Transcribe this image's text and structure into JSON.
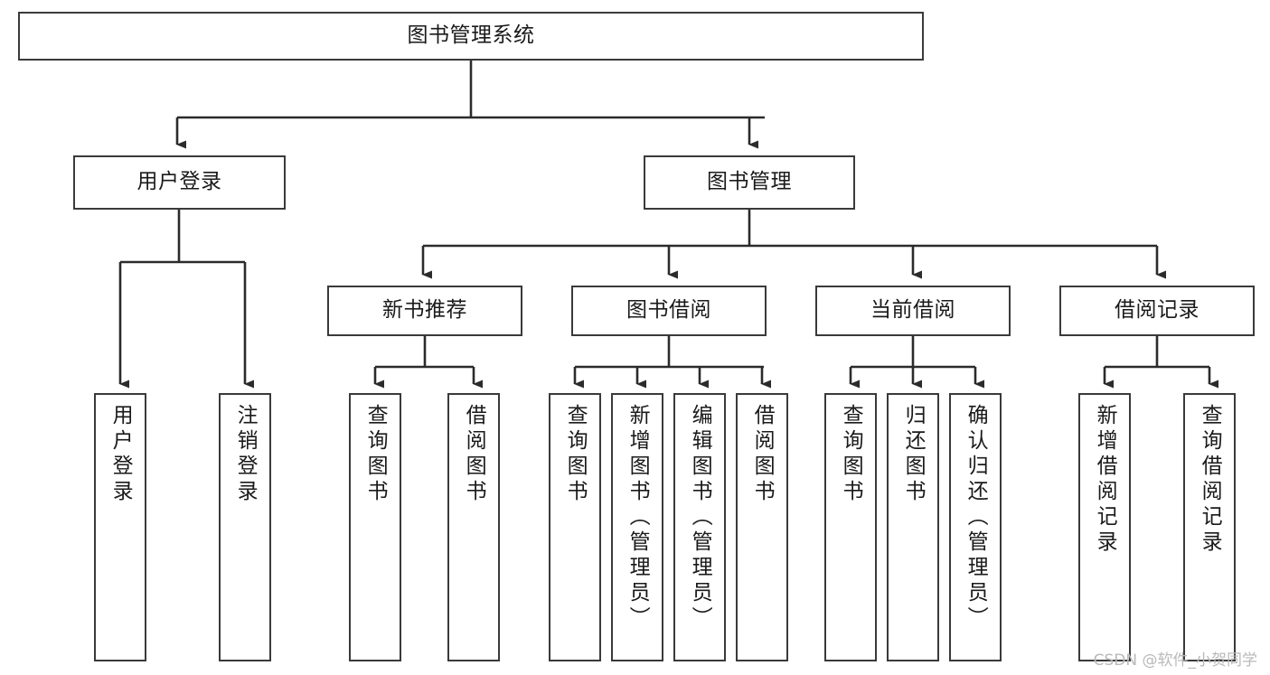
{
  "diagram": {
    "type": "tree",
    "title": "图书管理系统",
    "orientation": "top-down",
    "colors": {
      "node_border": "#3a3a3a",
      "node_fill": "#ffffff",
      "edge": "#2b2b2b",
      "text": "#1a1a1a",
      "watermark": "#b9b9b9"
    },
    "root": {
      "label": "图书管理系统"
    },
    "level2": [
      {
        "label": "用户登录"
      },
      {
        "label": "图书管理"
      }
    ],
    "level3": [
      {
        "label": "新书推荐"
      },
      {
        "label": "图书借阅"
      },
      {
        "label": "当前借阅"
      },
      {
        "label": "借阅记录"
      }
    ],
    "leaves": {
      "user_login": [
        {
          "label": "用户登录"
        },
        {
          "label": "注销登录"
        }
      ],
      "new_book_recommend": [
        {
          "label": "查询图书"
        },
        {
          "label": "借阅图书"
        }
      ],
      "book_borrow": [
        {
          "label": "查询图书"
        },
        {
          "label": "新增图书（管理员）"
        },
        {
          "label": "编辑图书（管理员）"
        },
        {
          "label": "借阅图书"
        }
      ],
      "current_borrow": [
        {
          "label": "查询图书"
        },
        {
          "label": "归还图书"
        },
        {
          "label": "确认归还（管理员）"
        }
      ],
      "borrow_record": [
        {
          "label": "新增借阅记录"
        },
        {
          "label": "查询借阅记录"
        }
      ]
    }
  },
  "watermark": {
    "text": "CSDN @软件_小贺同学"
  }
}
